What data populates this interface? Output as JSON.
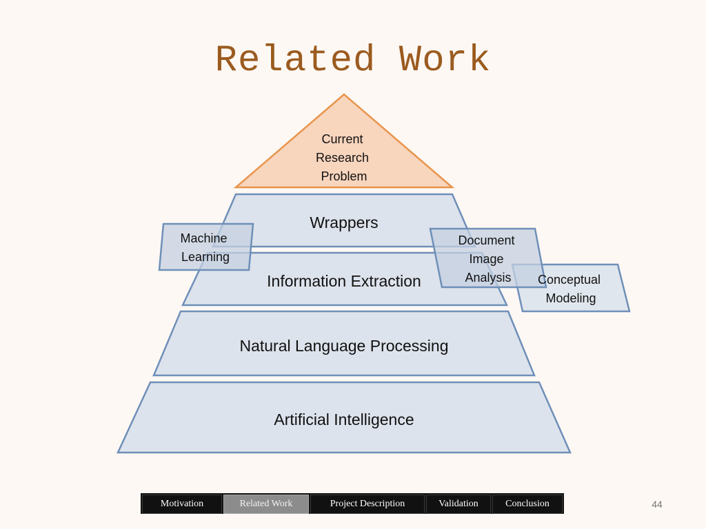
{
  "slide": {
    "title": "Related Work",
    "page_number": "44"
  },
  "pyramid": {
    "apex": {
      "lines": [
        "Current",
        "Research",
        "Problem"
      ]
    },
    "levels": [
      {
        "label": "Wrappers"
      },
      {
        "label": "Information Extraction"
      },
      {
        "label": "Natural Language Processing"
      },
      {
        "label": "Artificial Intelligence"
      }
    ]
  },
  "side_boxes": {
    "machine_learning": {
      "lines": [
        "Machine",
        "Learning"
      ]
    },
    "document_image_analysis": {
      "lines": [
        "Document",
        "Image",
        "Analysis"
      ]
    },
    "conceptual_modeling": {
      "lines": [
        "Conceptual",
        "Modeling"
      ]
    }
  },
  "nav": {
    "items": [
      "Motivation",
      "Related Work",
      "Project Description",
      "Validation",
      "Conclusion"
    ],
    "active": "Related Work"
  },
  "colors": {
    "title": "#9b5b1f",
    "apex_fill": "#f8d5bd",
    "apex_stroke": "#e8944b",
    "level_fill": "#dde3ec",
    "level_stroke": "#6e8fb8",
    "background": "#fdf8f4"
  }
}
